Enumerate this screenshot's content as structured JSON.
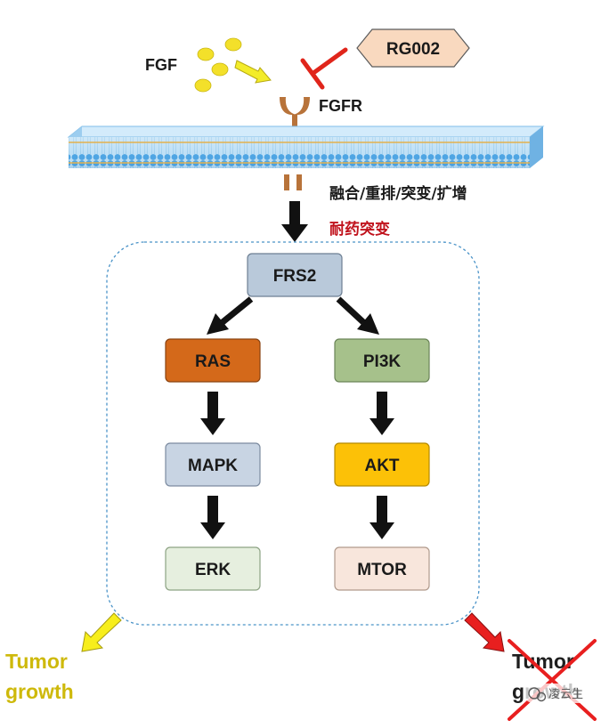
{
  "ligand": {
    "label": "FGF",
    "color": "#f3e02a"
  },
  "receptor": {
    "label": "FGFR",
    "color": "#b8733a"
  },
  "inhibitor": {
    "label": "RG002",
    "fill": "#f9d9bf",
    "inhibit_color": "#e0251b"
  },
  "membrane": {
    "color": "#8fc6ee",
    "line_color": "#e3b24e"
  },
  "annotations": {
    "alteration": "融合/重排/突变/扩增",
    "resistance": "耐药突变"
  },
  "pathway": {
    "root": {
      "label": "FRS2",
      "color": "#b9c9da"
    },
    "left": [
      {
        "label": "RAS",
        "color": "#d4691a"
      },
      {
        "label": "MAPK",
        "color": "#c8d4e3"
      },
      {
        "label": "ERK",
        "color": "#e6efdf"
      }
    ],
    "right": [
      {
        "label": "PI3K",
        "color": "#a6c18b"
      },
      {
        "label": "AKT",
        "color": "#fcc107"
      },
      {
        "label": "MTOR",
        "color": "#f8e6dc"
      }
    ]
  },
  "outcomes": {
    "left": {
      "line1": "Tumor",
      "line2": "growth",
      "color": "#ceb90b",
      "arrow_color": "#f7ee1c"
    },
    "right": {
      "line1": "Tumor",
      "line2": "growth",
      "color": "#1e1e1e",
      "arrow_color": "#e81f1f",
      "cross_color": "#e81f1f"
    }
  },
  "watermark": {
    "text": "凌云生"
  }
}
